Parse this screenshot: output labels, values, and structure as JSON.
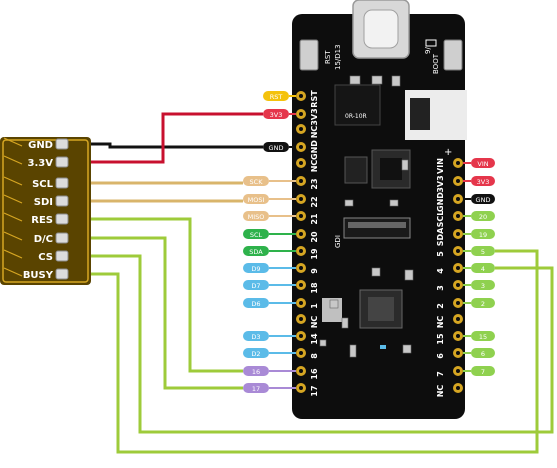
{
  "colors": {
    "wire_3v3": "#c8102e",
    "wire_gnd": "#111111",
    "wire_sck": "#d9b56b",
    "wire_mosi": "#d9b56b",
    "wire_green": "#9ecb3a",
    "board": "#0d0d0d",
    "gold": "#d6a622",
    "epaper_pcb": "#5a4400",
    "tag_red": "#e5364b",
    "tag_yellow": "#f4c20d",
    "tag_tan": "#e8c08a",
    "tag_green": "#2eb24b",
    "tag_blue": "#5bbbe8",
    "tag_purple": "#a98ad6",
    "tag_lime": "#8fd14f"
  },
  "display_module": {
    "pins": [
      {
        "label": "GND"
      },
      {
        "label": "3.3V"
      },
      {
        "label": "SCL"
      },
      {
        "label": "SDI"
      },
      {
        "label": "RES"
      },
      {
        "label": "D/C"
      },
      {
        "label": "CS"
      },
      {
        "label": "BUSY"
      }
    ]
  },
  "board": {
    "top_labels": {
      "rst": "RST",
      "rst_pin": "15/D13",
      "boot": "BOOT",
      "boot_pin": "9/",
      "gdi": "GDI",
      "chip_note": "0R-10R"
    },
    "left_pins": [
      {
        "num": "RST"
      },
      {
        "num": "3V3"
      },
      {
        "num": "NC"
      },
      {
        "num": "GND"
      },
      {
        "num": "NC"
      },
      {
        "num": "23"
      },
      {
        "num": "22"
      },
      {
        "num": "21"
      },
      {
        "num": "20"
      },
      {
        "num": "19"
      },
      {
        "num": "9"
      },
      {
        "num": "18"
      },
      {
        "num": "1"
      },
      {
        "num": "NC"
      },
      {
        "num": "14"
      },
      {
        "num": "8"
      },
      {
        "num": "16"
      },
      {
        "num": "17"
      }
    ],
    "right_pins": [
      {
        "num": "VIN"
      },
      {
        "num": "3V3"
      },
      {
        "num": "GND"
      },
      {
        "num": "SCL"
      },
      {
        "num": "SDA"
      },
      {
        "num": "5"
      },
      {
        "num": "4"
      },
      {
        "num": "3"
      },
      {
        "num": "2"
      },
      {
        "num": "NC"
      },
      {
        "num": "15"
      },
      {
        "num": "6"
      },
      {
        "num": "7"
      },
      {
        "num": "NC"
      }
    ]
  },
  "left_tags": [
    {
      "label": "RST",
      "color": "#f4c20d"
    },
    {
      "label": "3V3",
      "color": "#e5364b"
    },
    {
      "label": "GND",
      "color": "#111111"
    },
    {
      "label": "SCK",
      "color": "#e8c08a"
    },
    {
      "label": "MOSI",
      "color": "#e8c08a"
    },
    {
      "label": "MISO",
      "color": "#e8c08a"
    },
    {
      "label": "SCL",
      "color": "#2eb24b"
    },
    {
      "label": "SDA",
      "color": "#2eb24b"
    },
    {
      "label": "D9",
      "color": "#5bbbe8"
    },
    {
      "label": "D7",
      "color": "#5bbbe8"
    },
    {
      "label": "D6",
      "color": "#5bbbe8"
    },
    {
      "label": "D3",
      "color": "#5bbbe8"
    },
    {
      "label": "D2",
      "color": "#5bbbe8"
    },
    {
      "label": "16",
      "color": "#a98ad6"
    },
    {
      "label": "17",
      "color": "#a98ad6"
    }
  ],
  "right_tags": [
    {
      "label": "VIN",
      "color": "#e5364b"
    },
    {
      "label": "3V3",
      "color": "#e5364b"
    },
    {
      "label": "GND",
      "color": "#111111"
    },
    {
      "label": "20",
      "color": "#8fd14f"
    },
    {
      "label": "19",
      "color": "#8fd14f"
    },
    {
      "label": "5",
      "color": "#8fd14f"
    },
    {
      "label": "4",
      "color": "#8fd14f"
    },
    {
      "label": "3",
      "color": "#8fd14f"
    },
    {
      "label": "2",
      "color": "#8fd14f"
    },
    {
      "label": "15",
      "color": "#8fd14f"
    },
    {
      "label": "6",
      "color": "#8fd14f"
    },
    {
      "label": "7",
      "color": "#8fd14f"
    }
  ]
}
